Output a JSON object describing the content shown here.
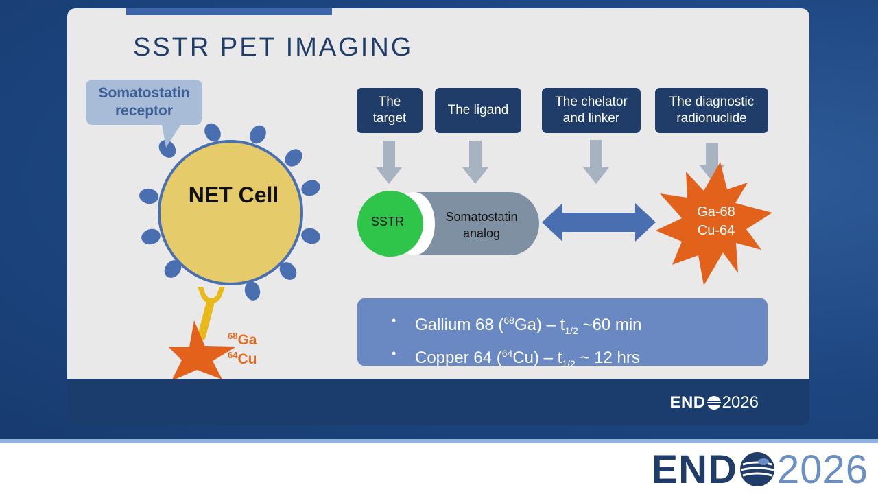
{
  "slide": {
    "title": "SSTR PET IMAGING"
  },
  "left": {
    "callout_line1": "Somatostatin",
    "callout_line2": "receptor",
    "cell_label": "NET Cell",
    "isotope_ga_mass": "68",
    "isotope_ga_symbol": "Ga",
    "isotope_cu_mass": "64",
    "isotope_cu_symbol": "Cu"
  },
  "top_boxes": [
    {
      "line1": "The",
      "line2": "target"
    },
    {
      "line1": "The ligand"
    },
    {
      "line1": "The chelator",
      "line2": "and linker"
    },
    {
      "line1": "The diagnostic",
      "line2": "radionuclide"
    }
  ],
  "molecule": {
    "target_label": "SSTR",
    "ligand_line1": "Somatostatin",
    "ligand_line2": "analog",
    "radionuclide_line1": "Ga-68",
    "radionuclide_line2": "Cu-64"
  },
  "info": {
    "bullet": "•",
    "item1": {
      "pre": "Gallium 68 (",
      "sup": "68",
      "mid": "Ga) – t",
      "sub": "1/2",
      "post": " ~60 min"
    },
    "item2": {
      "pre": "Copper 64 (",
      "sup": "64",
      "mid": "Cu) – t",
      "sub": "1/2",
      "post": " ~ 12 hrs"
    }
  },
  "branding": {
    "logo_word": "END",
    "logo_year": "2026"
  },
  "colors": {
    "navy": "#1f3d68",
    "accent_blue": "#4a6fb0",
    "cell_yellow": "#e6cb6b",
    "sstr_green": "#2ec54a",
    "analog_gray": "#7f90a3",
    "burst_orange": "#e2621c",
    "arrow_gray": "#a7b3c0"
  },
  "icons": {
    "receptor": "receptor-bump-icon",
    "star": "star-icon",
    "logo_globe": "globe-icon"
  }
}
